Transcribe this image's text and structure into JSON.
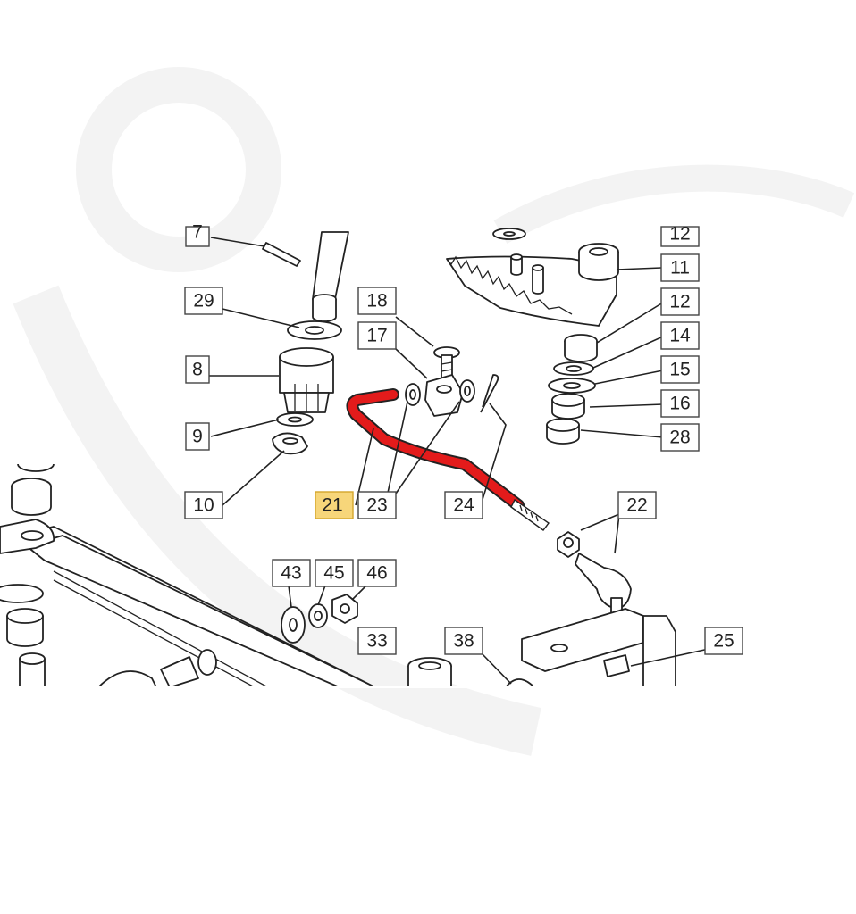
{
  "diagram": {
    "callouts": [
      {
        "label": "7"
      },
      {
        "label": "29"
      },
      {
        "label": "8"
      },
      {
        "label": "9"
      },
      {
        "label": "10"
      },
      {
        "label": "18"
      },
      {
        "label": "17"
      },
      {
        "label": "21"
      },
      {
        "label": "23"
      },
      {
        "label": "24"
      },
      {
        "label": "12"
      },
      {
        "label": "11"
      },
      {
        "label": "12"
      },
      {
        "label": "14"
      },
      {
        "label": "15"
      },
      {
        "label": "16"
      },
      {
        "label": "28"
      },
      {
        "label": "22"
      },
      {
        "label": "43"
      },
      {
        "label": "45"
      },
      {
        "label": "46"
      },
      {
        "label": "33"
      },
      {
        "label": "38"
      },
      {
        "label": "25"
      }
    ],
    "highlight_label": "21",
    "colors": {
      "highlight_rod": "#e31b1b",
      "highlight_label_bg": "#f7d67a",
      "line": "#222222",
      "watermark": "#f4f4f4"
    }
  }
}
